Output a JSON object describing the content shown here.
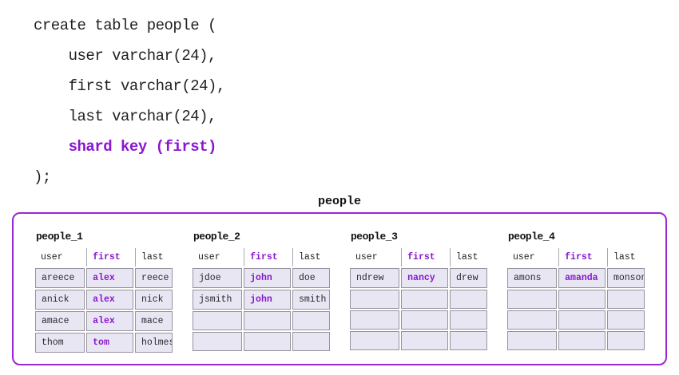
{
  "code": {
    "lines": [
      {
        "text": "create table people (",
        "highlight": false
      },
      {
        "text": "    user varchar(24),",
        "highlight": false
      },
      {
        "text": "    first varchar(24),",
        "highlight": false
      },
      {
        "text": "    last varchar(24),",
        "highlight": false
      },
      {
        "text": "    shard key (first)",
        "highlight": true
      },
      {
        "text": ");",
        "highlight": false
      }
    ]
  },
  "diagram": {
    "title": "people",
    "columns": [
      "user",
      "first",
      "last"
    ],
    "shard_column": "first",
    "partitions": [
      {
        "name": "people_1",
        "rows": [
          [
            "areece",
            "alex",
            "reece"
          ],
          [
            "anick",
            "alex",
            "nick"
          ],
          [
            "amace",
            "alex",
            "mace"
          ],
          [
            "thom",
            "tom",
            "holmes"
          ]
        ]
      },
      {
        "name": "people_2",
        "rows": [
          [
            "jdoe",
            "john",
            "doe"
          ],
          [
            "jsmith",
            "john",
            "smith"
          ],
          [
            "",
            "",
            ""
          ],
          [
            "",
            "",
            ""
          ]
        ]
      },
      {
        "name": "people_3",
        "rows": [
          [
            "ndrew",
            "nancy",
            "drew"
          ],
          [
            "",
            "",
            ""
          ],
          [
            "",
            "",
            ""
          ],
          [
            "",
            "",
            ""
          ]
        ]
      },
      {
        "name": "people_4",
        "rows": [
          [
            "amons",
            "amanda",
            "monson"
          ],
          [
            "",
            "",
            ""
          ],
          [
            "",
            "",
            ""
          ],
          [
            "",
            "",
            ""
          ]
        ]
      }
    ]
  },
  "colors": {
    "purple_text": "#8a16cf",
    "purple_border": "#9b26d4",
    "cell_background": "#e8e6f3",
    "cell_border": "#97939e",
    "code_text": "#1f1f1f"
  }
}
